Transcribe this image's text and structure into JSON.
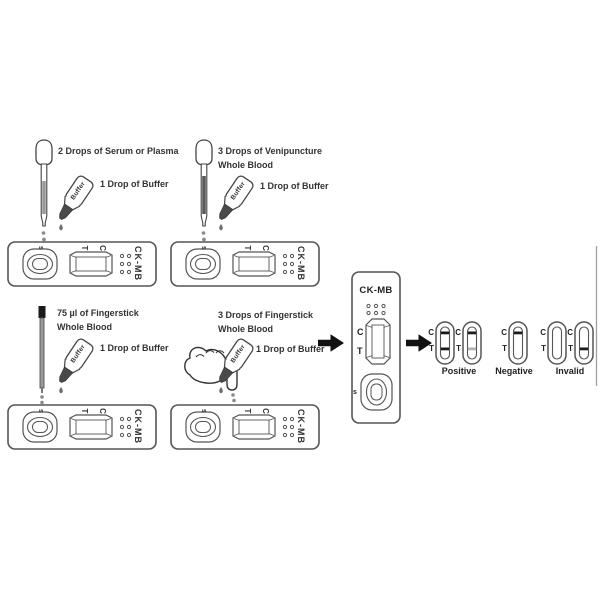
{
  "figure": {
    "steps": [
      {
        "id": "serum-plasma",
        "line1": "2 Drops of Serum or Plasma",
        "line2": "",
        "buffer_note": "1 Drop of Buffer"
      },
      {
        "id": "venipuncture",
        "line1": "3 Drops of Venipuncture",
        "line2": "Whole Blood",
        "buffer_note": "1 Drop of Buffer"
      },
      {
        "id": "fingerstick-75ul",
        "line1": "75 µl of Fingerstick",
        "line2": "Whole Blood",
        "buffer_note": "1 Drop of Buffer"
      },
      {
        "id": "fingerstick-3dr",
        "line1": "3 Drops of Fingerstick",
        "line2": "Whole Blood",
        "buffer_note": "1 Drop of Buffer"
      }
    ],
    "bottle_label": "Buffer",
    "cassette": {
      "name": "CK-MB",
      "sample_well": "s",
      "test_line": "T",
      "control_line": "C"
    },
    "results": {
      "control": "C",
      "test": "T",
      "positive": "Positive",
      "negative": "Negative",
      "invalid": "Invalid"
    },
    "colors": {
      "ink": "#4a4a4a",
      "line_dark": "#1a1a1a",
      "line_faint": "#b3b3b3",
      "liquid_serum": "#9a9a9a",
      "liquid_blood": "#5a5a5a",
      "bottle_cap": "#4a4a4a",
      "drop": "#8a8a8a",
      "arrow": "#111111"
    }
  }
}
